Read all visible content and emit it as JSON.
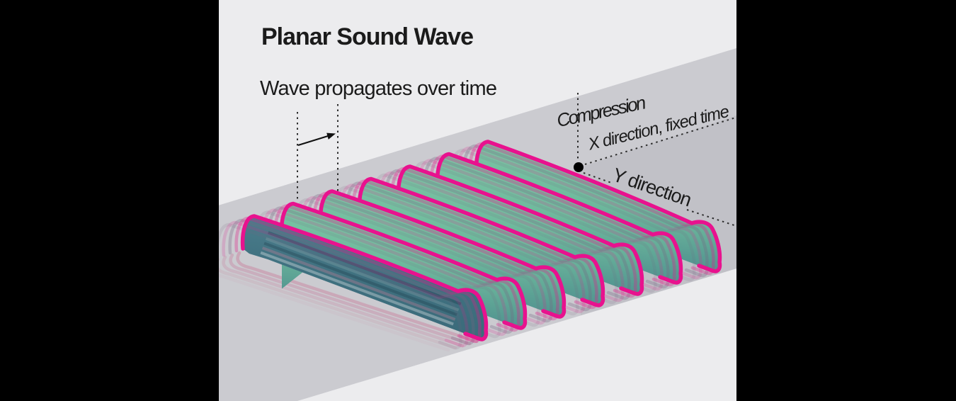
{
  "figure": {
    "title": "Planar Sound Wave",
    "subtitle": "Wave propagates over time",
    "labels": {
      "compression": "Compression",
      "x_direction": "X direction, fixed time",
      "y_direction": "Y direction"
    },
    "wave": {
      "ridge_count": 7,
      "ghost_copies_per_ridge": 4,
      "trail_lines": 5,
      "description": "sinusoidal planar wavefronts propagating along X over time"
    },
    "colors": {
      "background": "#ececee",
      "side_bars": "#000000",
      "ground_band": "#cbcbd0",
      "ground_band_dark": "#c1c1c7",
      "crest_outline": "#e8128e",
      "surface_teal_light": "#82cba8",
      "surface_teal_mid": "#6fba9d",
      "surface_teal_deep": "#48828d",
      "front_flank_dark": "#3f707f",
      "annotation": "#2d2d2d",
      "text": "#1b1b1b"
    }
  }
}
